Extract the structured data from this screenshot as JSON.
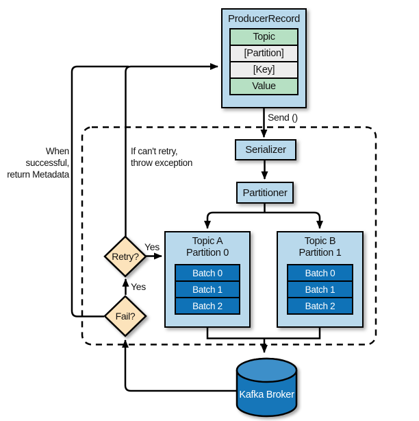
{
  "producer_record": {
    "title": "ProducerRecord",
    "rows": [
      {
        "label": "Topic",
        "type": "green"
      },
      {
        "label": "[Partition]",
        "type": "gray"
      },
      {
        "label": "[Key]",
        "type": "gray"
      },
      {
        "label": "Value",
        "type": "green"
      }
    ]
  },
  "send_label": "Send ()",
  "serializer_label": "Serializer",
  "partitioner_label": "Partitioner",
  "partitions": [
    {
      "title": "Topic A",
      "subtitle": "Partition 0",
      "batches": [
        "Batch 0",
        "Batch 1",
        "Batch 2"
      ]
    },
    {
      "title": "Topic B",
      "subtitle": "Partition 1",
      "batches": [
        "Batch 0",
        "Batch 1",
        "Batch 2"
      ]
    }
  ],
  "retry_label": "Retry?",
  "fail_label": "Fail?",
  "yes_retry_to_partition": "Yes",
  "yes_fail_to_retry": "Yes",
  "note_success_line1": "When successful,",
  "note_success_line2": "return Metadata",
  "note_throw_line1": "If can't retry,",
  "note_throw_line2": "throw exception",
  "broker_label": "Kafka Broker",
  "colors": {
    "light_blue": "#b9d9ec",
    "dark_blue": "#0f72b7",
    "green": "#b6e0c3",
    "gray": "#ededed",
    "peach": "#fce3bb",
    "cylinder_top": "#3e8fc9",
    "cylinder_body": "#1576b9",
    "line": "#000000"
  }
}
